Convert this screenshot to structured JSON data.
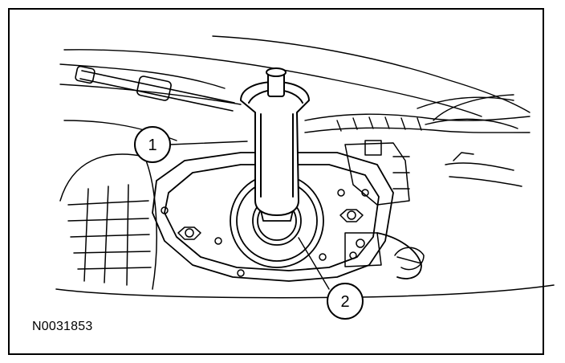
{
  "figure": {
    "code": "N0031853",
    "callouts": [
      {
        "number": "1"
      },
      {
        "number": "2"
      }
    ]
  }
}
